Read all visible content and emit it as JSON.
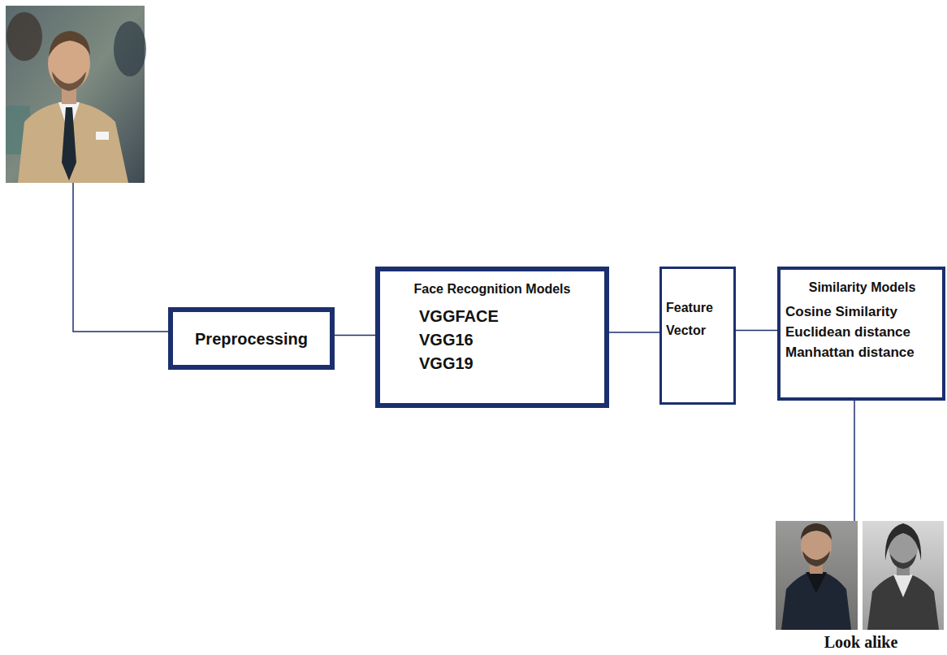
{
  "diagram": {
    "nodes": [
      {
        "text": [
          "Preprocessing"
        ]
      },
      {
        "text": [
          "Face Recognition Models",
          "VGGFACE",
          "VGG16",
          "VGG19"
        ]
      },
      {
        "text": [
          "Feature Vector"
        ]
      },
      {
        "text": [
          "Similarity Models",
          "Cosine Similarity",
          "Euclidean distance",
          "Manhattan distance"
        ]
      }
    ],
    "edges": [
      {
        "from": 0,
        "to": 1,
        "arrow": "none"
      },
      {
        "from": 1,
        "to": 2,
        "arrow": "none"
      },
      {
        "from": 2,
        "to": 3,
        "arrow": "none"
      }
    ],
    "labels": [
      "Look alike"
    ]
  }
}
